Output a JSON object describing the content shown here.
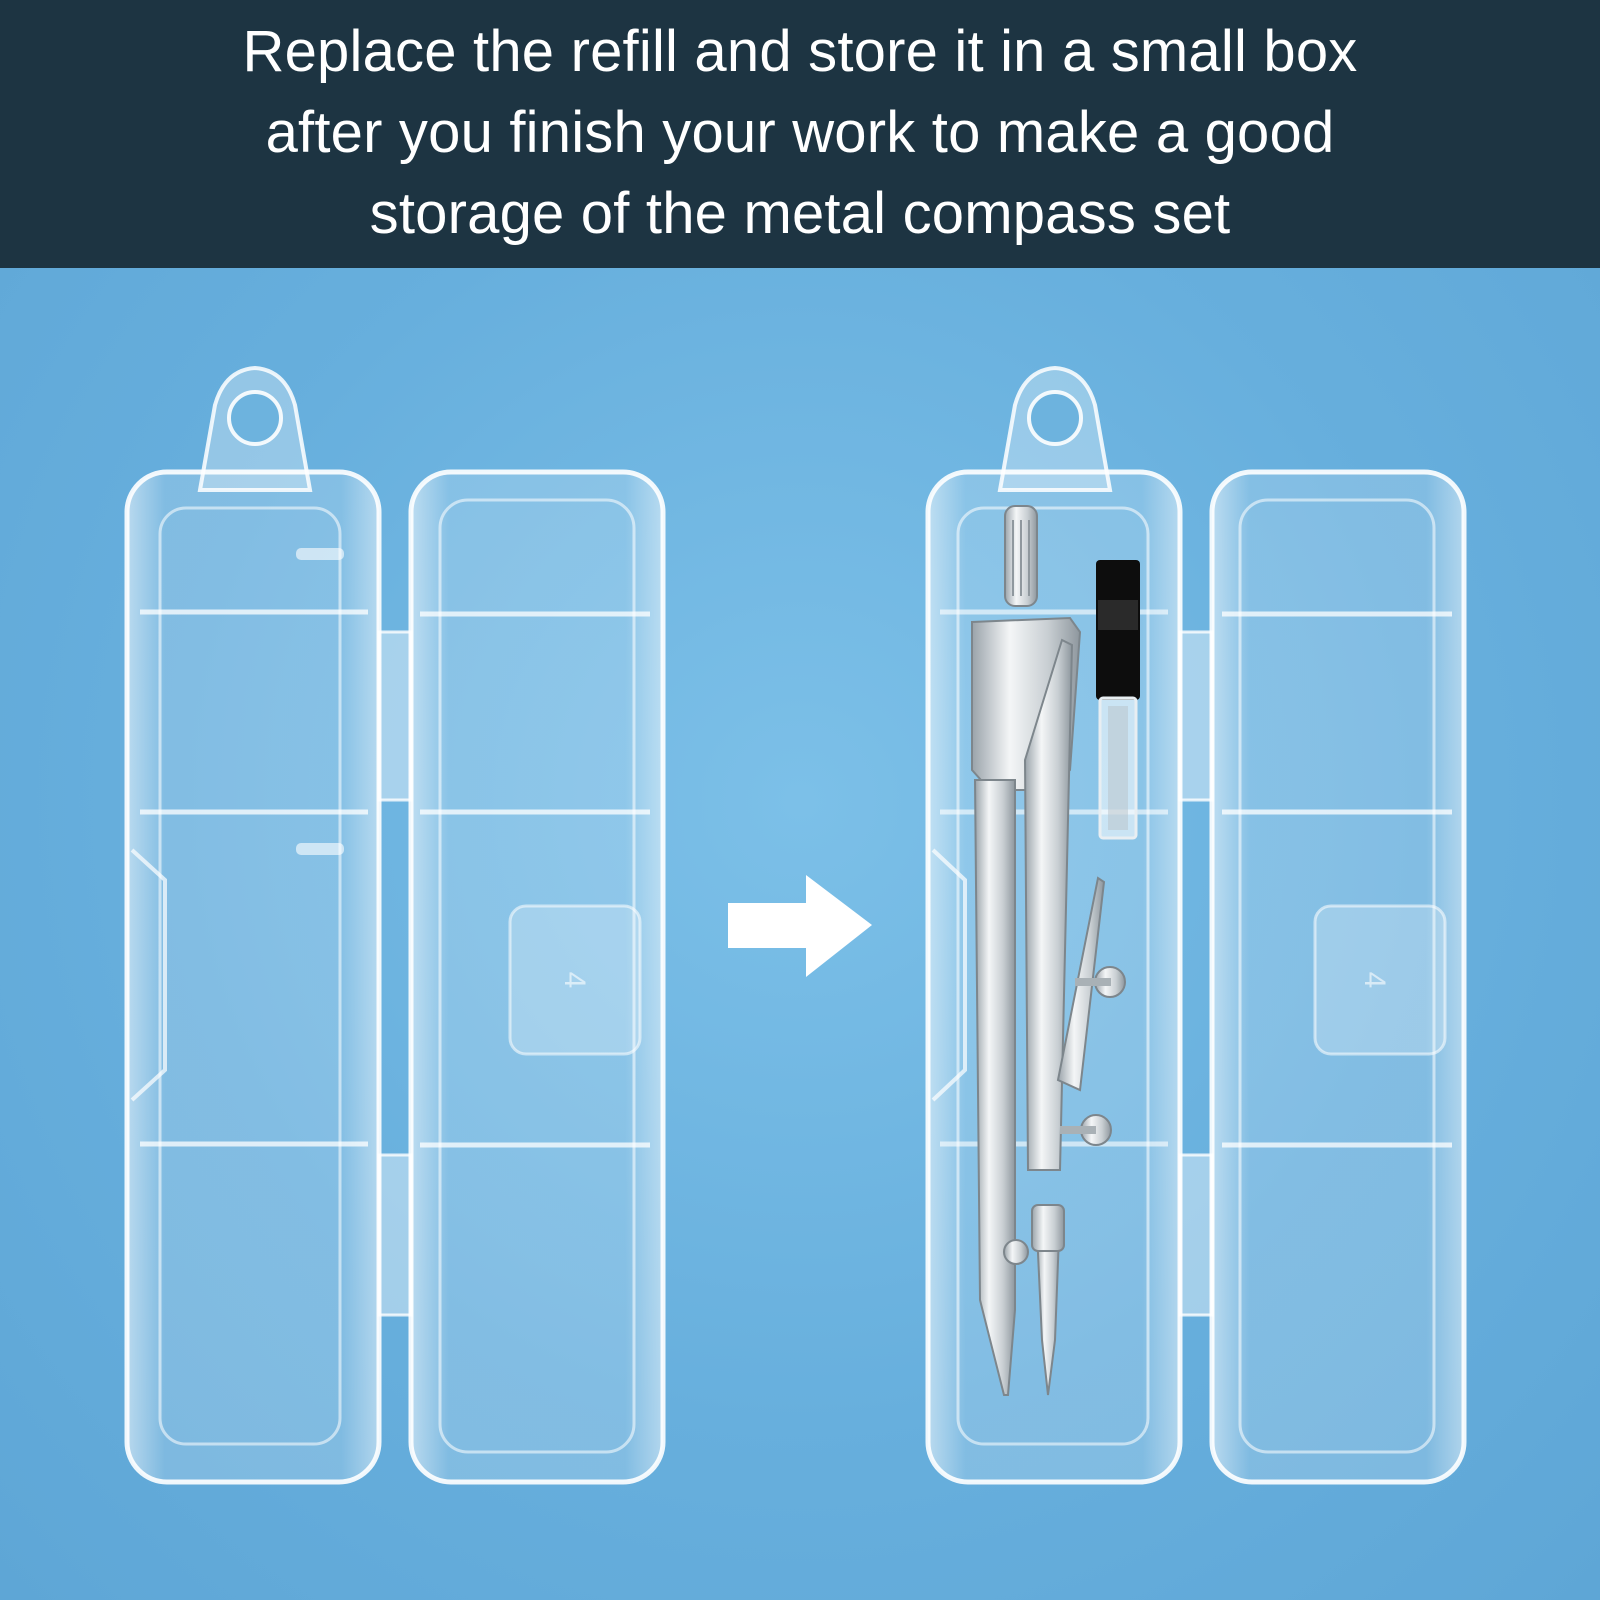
{
  "banner": {
    "lines": [
      "Replace the refill and store it in a small box",
      "after you finish your work to make a good",
      "storage of the metal compass set"
    ]
  },
  "colors": {
    "banner_bg": "#1d3442",
    "background": "#6db3de",
    "text": "#ffffff"
  },
  "icons": {
    "arrow": "arrow-right-icon"
  },
  "case_label": "4"
}
